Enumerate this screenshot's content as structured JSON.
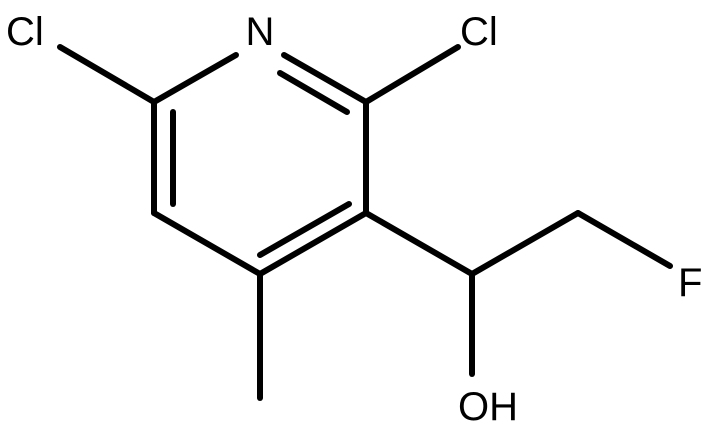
{
  "structure": {
    "atoms": {
      "n1": "N",
      "cl_left": "Cl",
      "cl_right": "Cl",
      "f": "F",
      "oh": "OH"
    }
  },
  "colors": {
    "bond": "#000000",
    "label": "#000000",
    "background": "#ffffff"
  }
}
